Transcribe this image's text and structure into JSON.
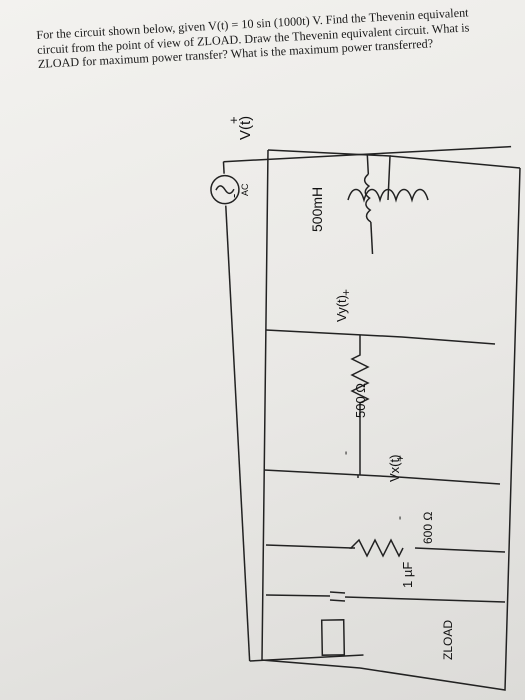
{
  "question": {
    "text": "For the circuit shown below, given V(t) = 10 sin (1000t) V. Find the Thevenin equivalent circuit from the point of view of ZLOAD. Draw the Thevenin equivalent circuit. What is ZLOAD for maximum power transfer? What is the maximum power transferred?"
  },
  "circuit": {
    "inductor_label": "500mH",
    "source_label": "V(t)",
    "source_type": "AC",
    "source_plus": "+",
    "source_minus": "-",
    "r1_label": "500 Ω",
    "vy_label": "Vy(t)",
    "vy_plus": "+",
    "vy_minus": "-",
    "r2_label": "600 Ω",
    "vx_label": "Vx(t)",
    "vx_plus": "+",
    "vx_minus": "-",
    "cap_label": "1 µF",
    "load_label": "ZLOAD"
  }
}
